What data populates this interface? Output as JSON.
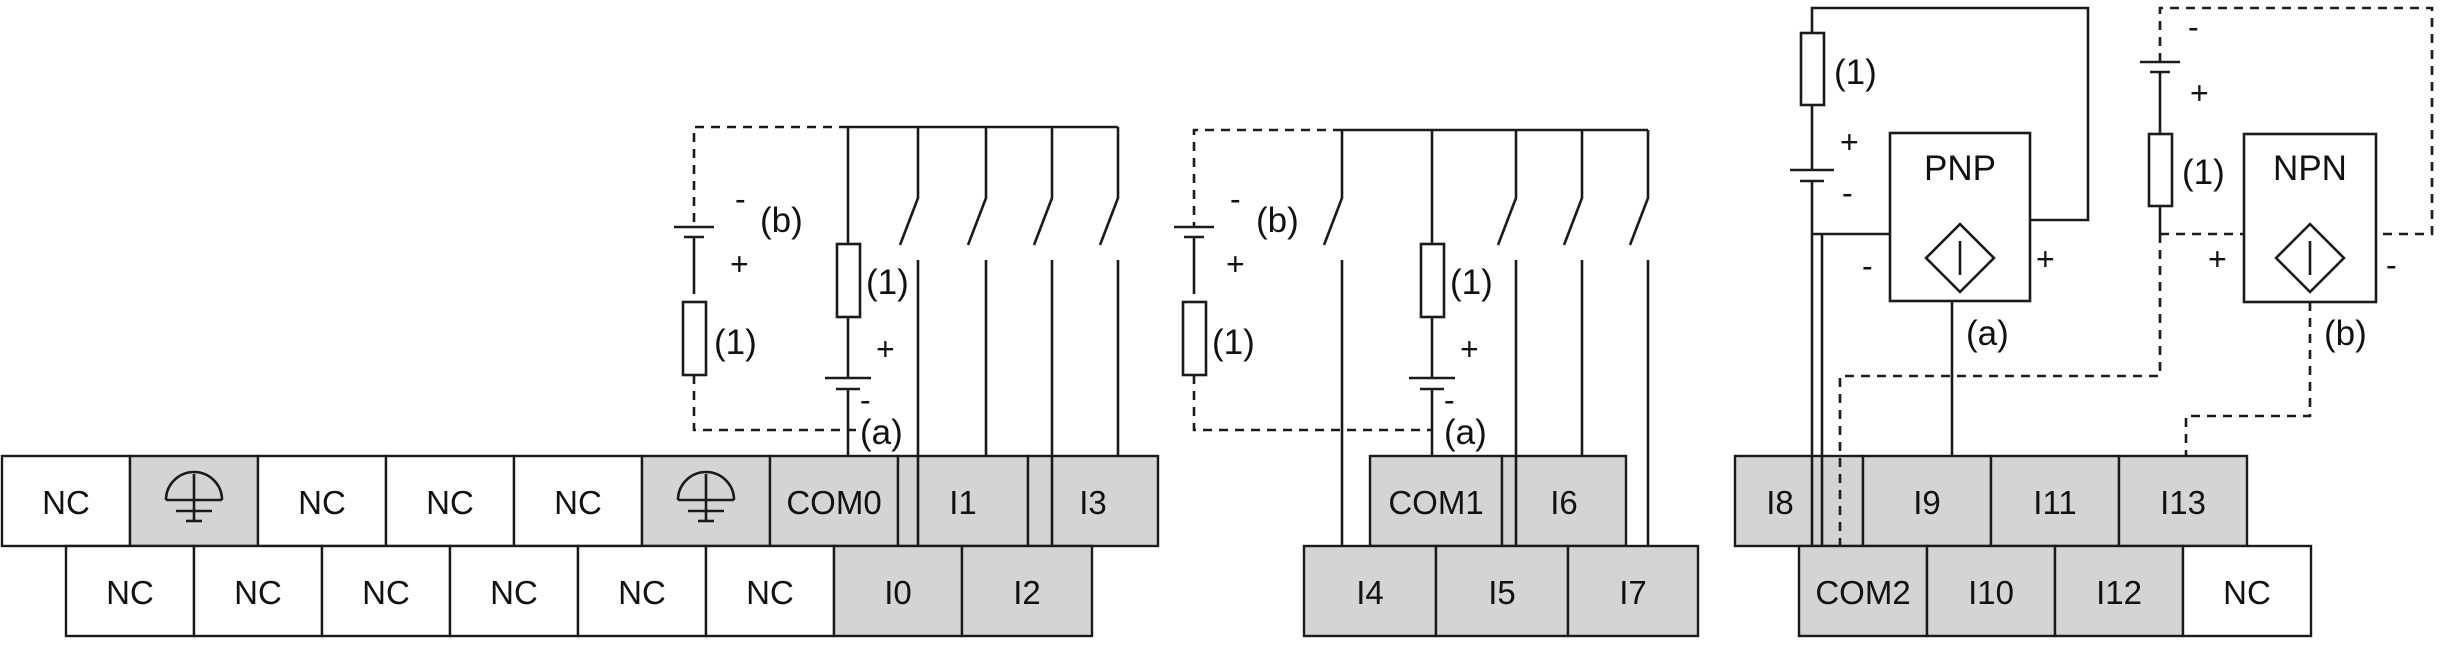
{
  "terminals": {
    "nc": "NC",
    "com0": "COM0",
    "com1": "COM1",
    "com2": "COM2",
    "i0": "I0",
    "i1": "I1",
    "i2": "I2",
    "i3": "I3",
    "i4": "I4",
    "i5": "I5",
    "i6": "I6",
    "i7": "I7",
    "i8": "I8",
    "i9": "I9",
    "i10": "I10",
    "i11": "I11",
    "i12": "I12",
    "i13": "I13"
  },
  "labels": {
    "fuse": "(1)",
    "note_a": "(a)",
    "note_b": "(b)",
    "plus": "+",
    "minus": "-",
    "pnp": "PNP",
    "npn": "NPN"
  }
}
